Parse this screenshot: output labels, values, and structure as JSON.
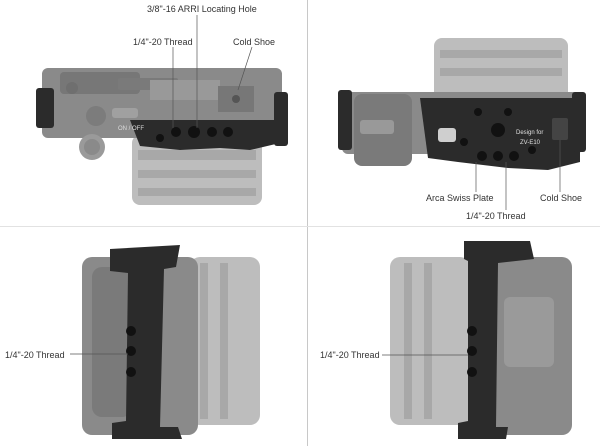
{
  "panels": {
    "top_left": {
      "labels": {
        "arri_hole": "3/8\"-16 ARRI Locating Hole",
        "thread": "1/4\"-20 Thread",
        "cold_shoe": "Cold Shoe"
      },
      "body_text": {
        "model_mark": "ON / OFF"
      }
    },
    "top_right": {
      "labels": {
        "arca": "Arca Swiss Plate",
        "thread": "1/4\"-20 Thread",
        "cold_shoe": "Cold Shoe"
      },
      "engraving": {
        "brand": "Design for",
        "model": "ZV-E10"
      }
    },
    "bottom_left": {
      "labels": {
        "thread": "1/4\"-20 Thread"
      }
    },
    "bottom_right": {
      "labels": {
        "thread": "1/4\"-20 Thread"
      }
    }
  },
  "colors": {
    "cage": "#2b2b2b",
    "camera_gray": "#8a8a8a",
    "background": "#ffffff"
  }
}
